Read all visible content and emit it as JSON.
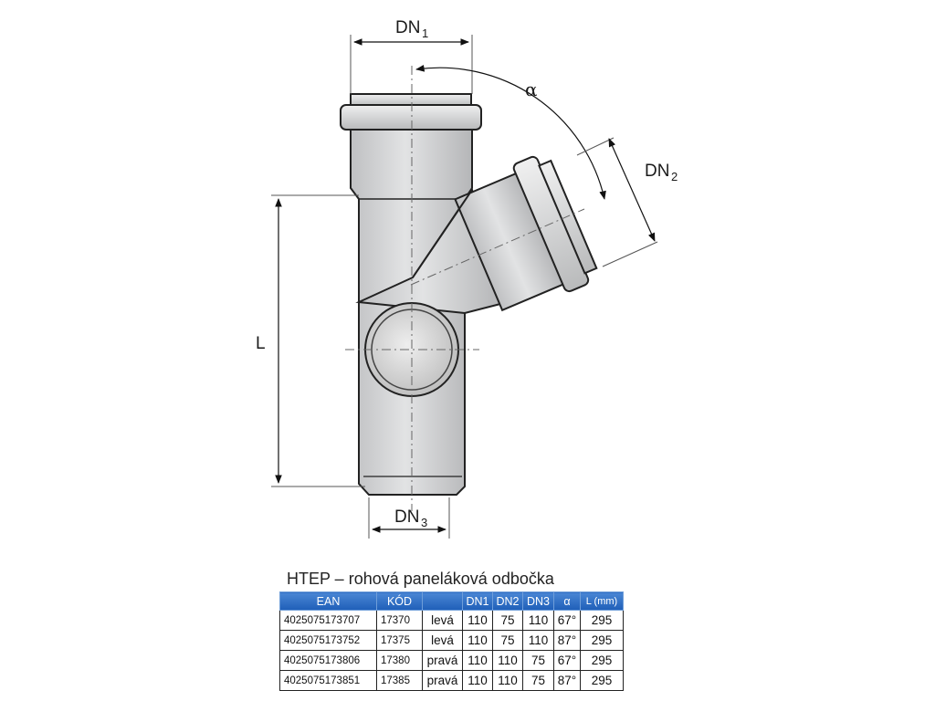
{
  "drawing": {
    "dn1_main": "DN",
    "dn1_sub": "1",
    "dn2_main": "DN",
    "dn2_sub": "2",
    "dn3_main": "DN",
    "dn3_sub": "3",
    "length": "L",
    "angle": "α"
  },
  "caption": "HTEP – rohová paneláková odbočka",
  "table": {
    "headers": [
      "EAN",
      "KÓD",
      "",
      "DN1",
      "DN2",
      "DN3",
      "α",
      "L (mm)"
    ],
    "rows": [
      [
        "4025075173707",
        "17370",
        "levá",
        "110",
        "75",
        "110",
        "67°",
        "295"
      ],
      [
        "4025075173752",
        "17375",
        "levá",
        "110",
        "75",
        "110",
        "87°",
        "295"
      ],
      [
        "4025075173806",
        "17380",
        "pravá",
        "110",
        "110",
        "75",
        "67°",
        "295"
      ],
      [
        "4025075173851",
        "17385",
        "pravá",
        "110",
        "110",
        "75",
        "87°",
        "295"
      ]
    ]
  }
}
